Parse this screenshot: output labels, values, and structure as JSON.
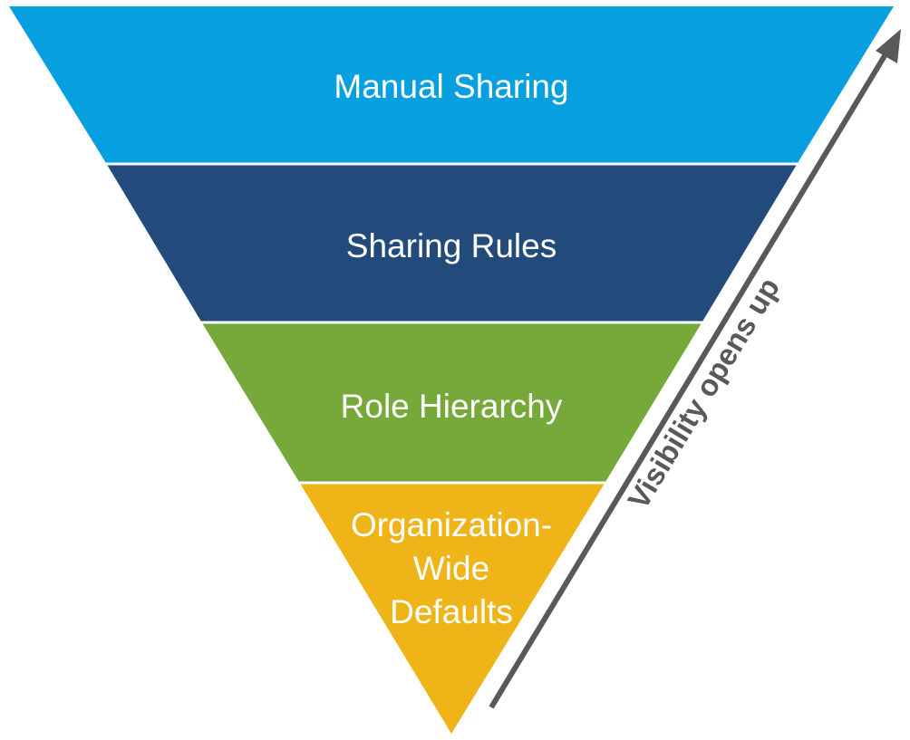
{
  "pyramid": {
    "layers": [
      {
        "lines": [
          "Manual Sharing"
        ],
        "color": "#069FDF"
      },
      {
        "lines": [
          "Sharing Rules"
        ],
        "color": "#224A7B"
      },
      {
        "lines": [
          "Role Hierarchy"
        ],
        "color": "#76A83A"
      },
      {
        "lines": [
          "Organization-",
          "Wide",
          "Defaults"
        ],
        "color": "#EFB418"
      }
    ]
  },
  "arrow": {
    "label": "Visibility opens up",
    "color": "#595959"
  }
}
